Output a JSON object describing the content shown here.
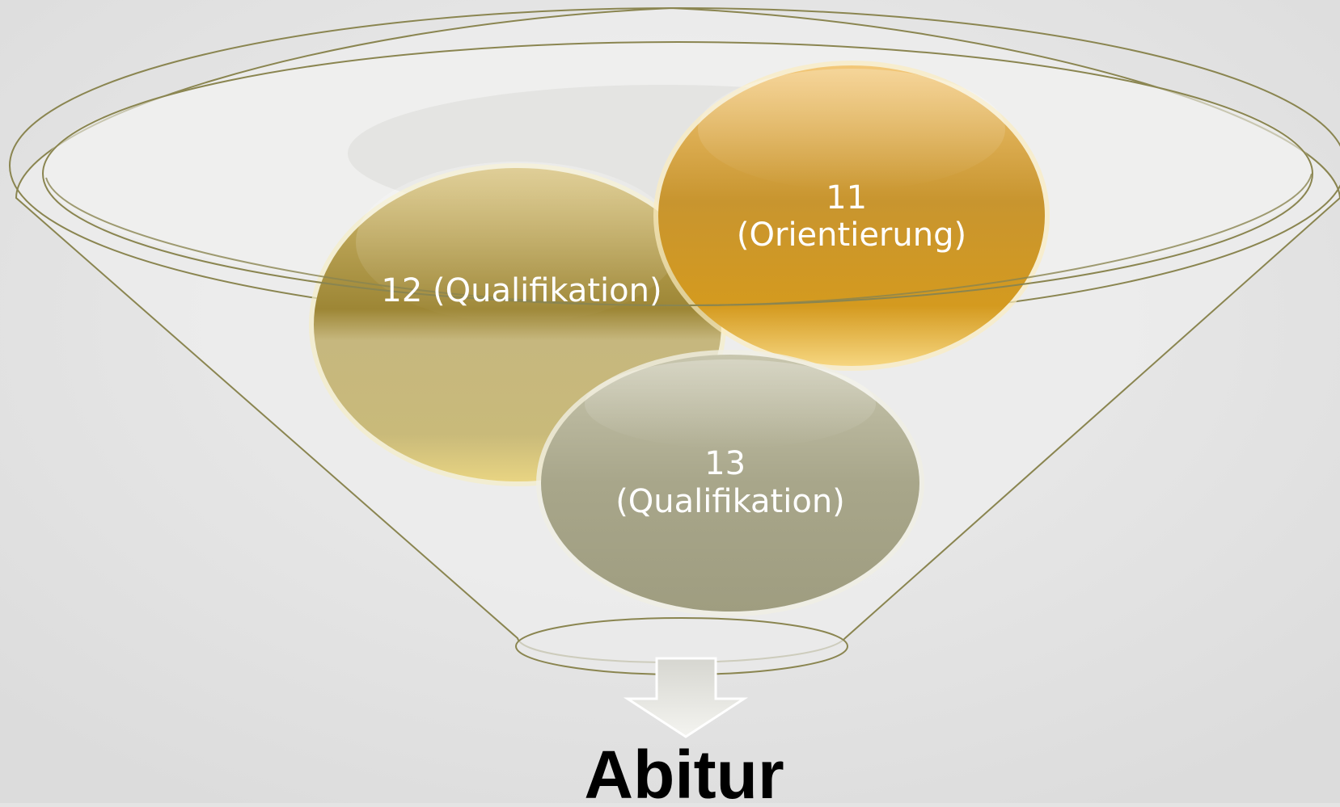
{
  "funnel": {
    "stages": [
      {
        "id": "stage-11",
        "label_line1": "11",
        "label_line2": "(Orientierung)",
        "color": "#c99a2e"
      },
      {
        "id": "stage-12",
        "label": "12 (Qualifikation)",
        "color": "#a88f3c"
      },
      {
        "id": "stage-13",
        "label_line1": "13",
        "label_line2": "(Qualifikation)",
        "color": "#a8a68a"
      }
    ],
    "result": "Abitur"
  },
  "colors": {
    "background": "#e4e4e4",
    "funnel_outline": "#8a8550",
    "funnel_fill": "#eeeeee"
  }
}
